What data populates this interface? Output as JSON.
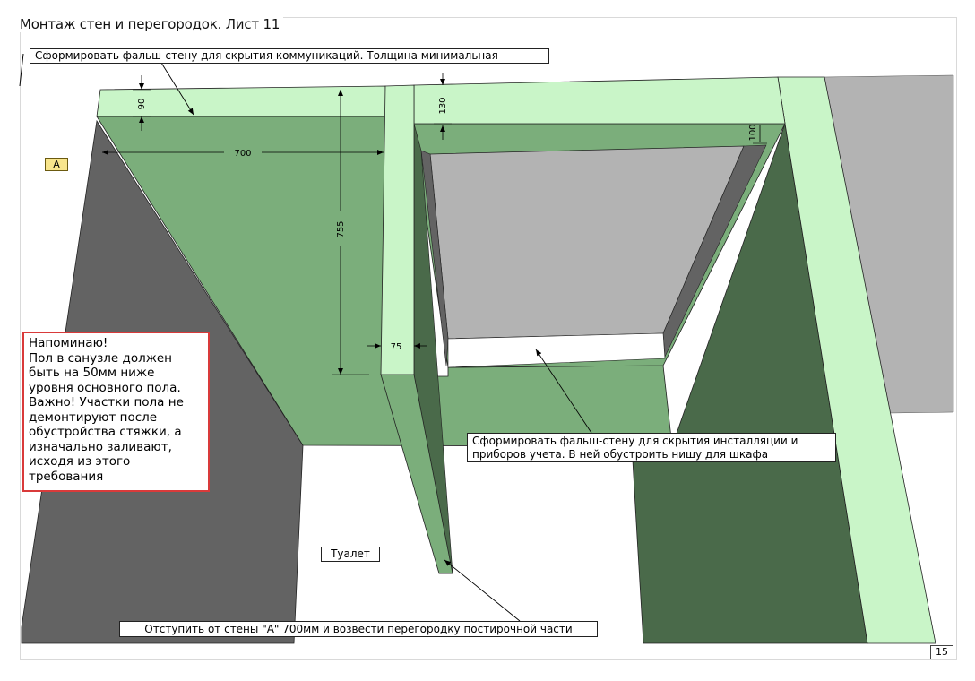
{
  "sheet": {
    "title": "Монтаж стен и перегородок. Лист 11",
    "page_number": "15"
  },
  "labels": {
    "wall_a": "А",
    "room": "Туалет"
  },
  "notes": {
    "top": "Сформировать фальш-стену  для скрытия коммуникаций. Толщина минимальная",
    "install": "Сформировать фальш-стену  для скрытия инсталляции и приборов учета. В ней обустроить нишу для шкафа",
    "bottom": "Отступить от стены \"А\" 700мм и возвести перегородку постирочной части"
  },
  "reminder": {
    "lines": [
      "Напоминаю!",
      "Пол в санузле должен",
      "быть на 50мм ниже",
      "уровня основного пола.",
      "Важно! Участки пола не",
      "демонтируют после",
      "обустройства стяжки, а",
      "изначально заливают,",
      "исходя из этого",
      "требования"
    ]
  },
  "dimensions": {
    "d90": "90",
    "d700": "700",
    "d755": "755",
    "d130": "130",
    "d100": "100",
    "d75": "75"
  },
  "colors": {
    "panel_light": "#c9f5c8",
    "panel_mid": "#7bae7b",
    "panel_dark": "#4a6a4a",
    "wall_grey": "#636363",
    "wall_light_grey": "#b3b3b3",
    "reminder_border": "#d93a3a",
    "label_yellow": "#f8e58c"
  }
}
